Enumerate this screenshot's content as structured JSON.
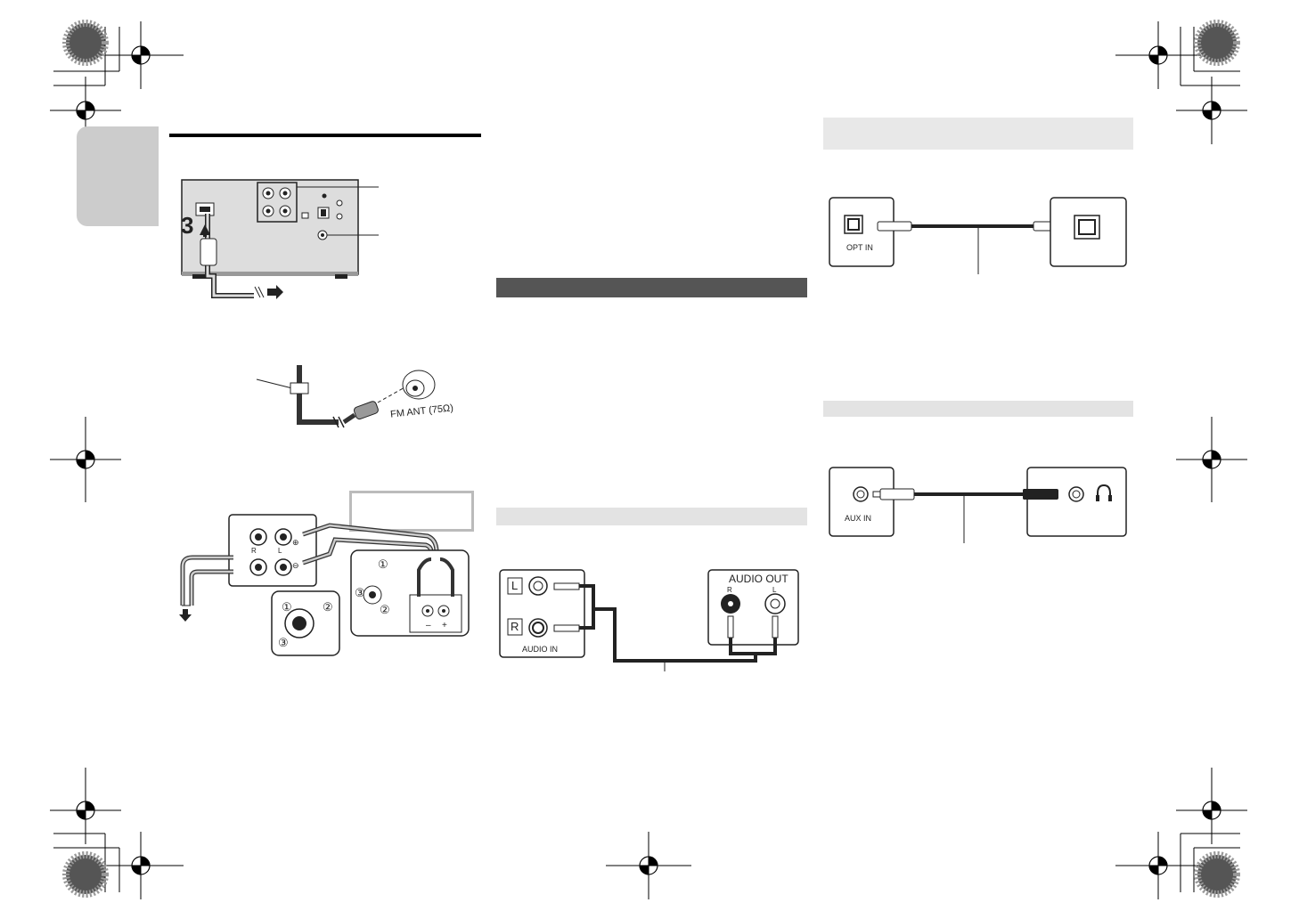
{
  "step_number": "3",
  "labels": {
    "opt_in": "OPT IN",
    "fm_ant": "FM ANT (75Ω)",
    "speaker_r": "R",
    "speaker_l": "L",
    "speaker_plus": "⊕",
    "speaker_minus": "⊖",
    "terminal_minus": "–",
    "terminal_plus": "+",
    "step_1": "①",
    "step_2": "②",
    "step_3": "③",
    "audio_in_l": "L",
    "audio_in_r": "R",
    "audio_in": "AUDIO IN",
    "audio_out": "AUDIO OUT",
    "audio_out_r": "R",
    "audio_out_l": "L",
    "aux_in": "AUX IN"
  }
}
